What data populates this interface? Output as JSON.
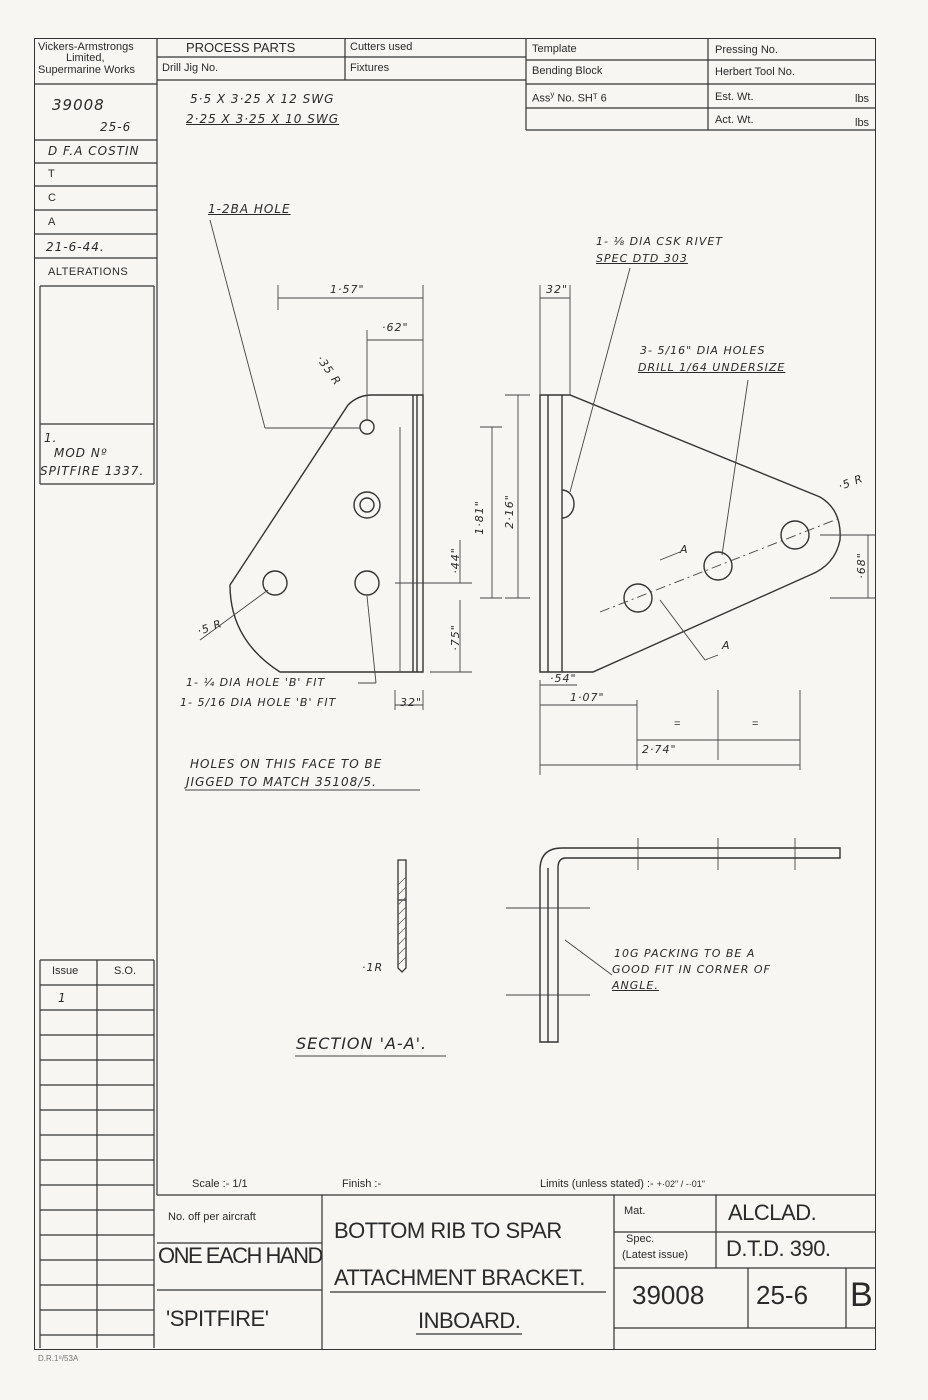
{
  "left_column": {
    "company_line1": "Vickers-Armstrongs",
    "company_line2": "Limited,",
    "company_line3": "Supermarine Works",
    "drawing_no": "39008",
    "drawing_sub": "25-6",
    "drawn_by": "D F.A COSTIN",
    "t_label": "T",
    "c_label": "C",
    "a_label": "A",
    "date": "21-6-44.",
    "alterations_label": "ALTERATIONS",
    "alteration_no": "1.",
    "mod_line1": "MOD Nº",
    "mod_line2": "SPITFIRE 1337.",
    "issue_label": "Issue",
    "so_label": "S.O.",
    "issue_value": "1"
  },
  "header": {
    "process_parts": "PROCESS PARTS",
    "drill_jig": "Drill Jig No.",
    "cutters_used": "Cutters used",
    "fixtures": "Fixtures",
    "template": "Template",
    "bending_block": "Bending Block",
    "assy_no": "Ass",
    "assy_sup": "y",
    "assy_value": "No. SHᵀ 6",
    "pressing_no": "Pressing No.",
    "herbert_tool": "Herbert Tool No.",
    "est_wt": "Est. Wt.",
    "act_wt": "Act. Wt.",
    "lbs1": "lbs",
    "lbs2": "lbs",
    "stock1": "5·5 X 3·25 X 12 SWG",
    "stock2": "2·25 X 3·25 X 10 SWG"
  },
  "drawing": {
    "note_2ba": "1-2BA HOLE",
    "note_rivet1": "1- ⅛ DIA CSK RIVET",
    "note_rivet2": "SPEC DTD 303",
    "note_holes1": "3- 5/16\" DIA HOLES",
    "note_holes2": "DRILL 1/64 UNDERSIZE",
    "dim_157": "1·57\"",
    "dim_62": "·62\"",
    "dim_32a": "32\"",
    "dim_35r": "·35 R",
    "dim_181": "1·81\"",
    "dim_216": "2·16\"",
    "dim_44": "·44\"",
    "dim_75": "·75\"",
    "dim_5r_left": "·5 R",
    "dim_5r_right": "·5 R",
    "dim_68": "·68\"",
    "section_a_mark1": "A",
    "section_a_mark2": "A",
    "note_fit1": "1- ¼ DIA HOLE 'B' FIT",
    "note_fit2": "1- 5/16 DIA HOLE 'B' FIT",
    "dim_32b": "32\"",
    "dim_54": "·54\"",
    "dim_107": "1·07\"",
    "dim_eq1": "=",
    "dim_eq2": "=",
    "dim_274": "2·74\"",
    "note_jig1": "HOLES ON THIS FACE TO BE",
    "note_jig2": "JIGGED TO MATCH 35108/5.",
    "dim_1r": "·1R",
    "section_label": "SECTION 'A-A'.",
    "note_pack1": "10G PACKING TO BE A",
    "note_pack2": "GOOD FIT IN CORNER OF",
    "note_pack3": "ANGLE."
  },
  "title_block": {
    "scale_label": "Scale :-",
    "scale_value": "1/1",
    "finish_label": "Finish :-",
    "limits_label": "Limits (unless stated) :-",
    "limits_value": "+·02\" / -·01\"",
    "no_off_label": "No. off per aircraft",
    "no_off_value": "ONE EACH HAND",
    "aircraft": "'SPITFIRE'",
    "title_line1": "BOTTOM RIB TO SPAR",
    "title_line2": "ATTACHMENT BRACKET.",
    "title_line3": "INBOARD.",
    "mat_label": "Mat.",
    "mat_value": "ALCLAD.",
    "spec_label1": "Spec.",
    "spec_label2": "(Latest issue)",
    "spec_value": "D.T.D. 390.",
    "drawing_no": "39008",
    "drawing_sub": "25-6",
    "issue_letter": "B"
  },
  "footer_code": "D.R.1⁸/53A"
}
